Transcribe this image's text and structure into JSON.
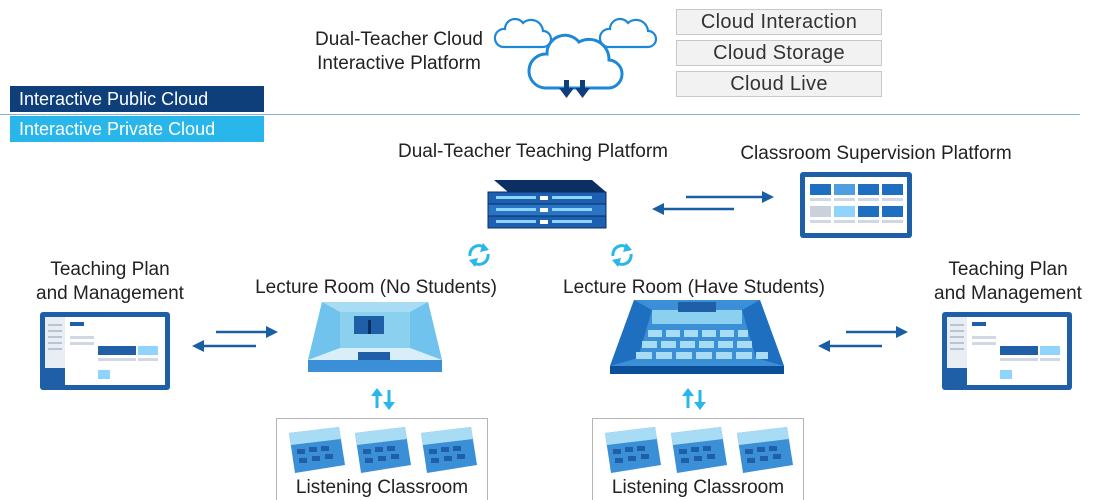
{
  "cloud": {
    "platform_line1": "Dual-Teacher Cloud",
    "platform_line2": "Interactive Platform",
    "services": [
      "Cloud Interaction",
      "Cloud Storage",
      "Cloud Live"
    ]
  },
  "legend": {
    "public": "Interactive Public Cloud",
    "private": "Interactive Private Cloud"
  },
  "platforms": {
    "teaching": "Dual-Teacher Teaching Platform",
    "supervision": "Classroom Supervision Platform"
  },
  "left": {
    "plan_line1": "Teaching Plan",
    "plan_line2": "and Management",
    "lecture_room": "Lecture Room (No Students)",
    "listening": "Listening Classroom"
  },
  "right": {
    "plan_line1": "Teaching Plan",
    "plan_line2": "and Management",
    "lecture_room": "Lecture Room (Have Students)",
    "listening": "Listening Classroom"
  },
  "colors": {
    "dark_blue": "#0f3f7a",
    "light_blue": "#29b6ea",
    "arrow_blue": "#1a5fa3",
    "cloud_blue": "#1e88d8",
    "divider": "#7fb6dc"
  }
}
